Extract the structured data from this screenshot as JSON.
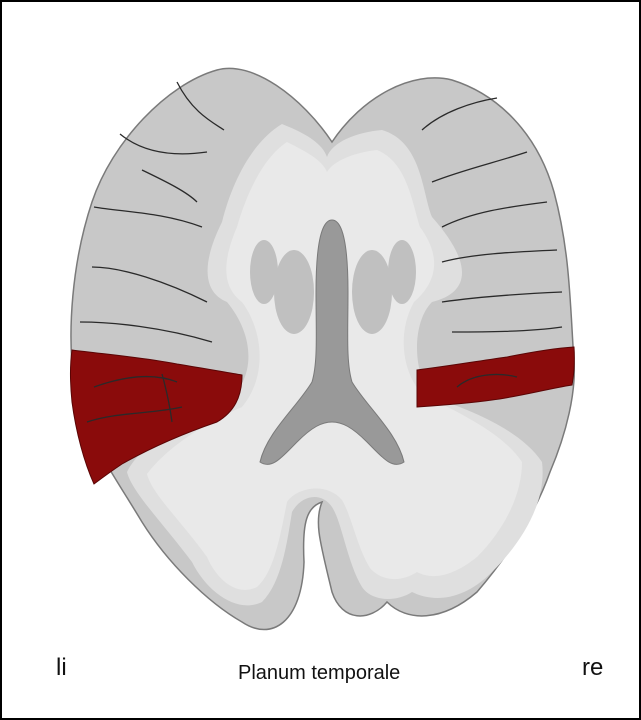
{
  "figure": {
    "caption": "Planum temporale",
    "left_label": "li",
    "right_label": "re"
  },
  "colors": {
    "cortex": "#c8c8c8",
    "white_matter": "#dfdfdf",
    "white_matter_inner": "#e9e9e9",
    "deep_gray": "#c0c0c0",
    "ventricle": "#999999",
    "sulcus_line": "#2a2a2a",
    "outline": "#7a7a7a",
    "planum_temporale": "#8a0b0b",
    "frame": "#000000",
    "background": "#ffffff"
  }
}
